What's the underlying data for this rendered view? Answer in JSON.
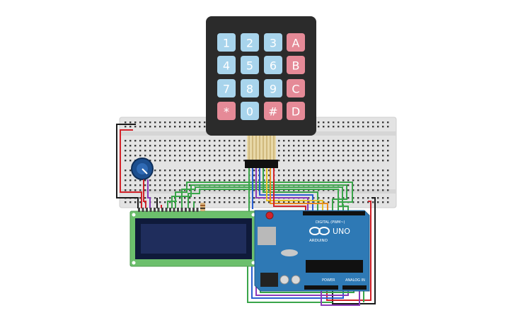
{
  "keypad": {
    "keys": [
      "1",
      "2",
      "3",
      "A",
      "4",
      "5",
      "6",
      "B",
      "7",
      "8",
      "9",
      "C",
      "*",
      "0",
      "#",
      "D"
    ],
    "colors": {
      "number": "#a8d4ec",
      "letter": "#e58a97",
      "symbol": "#e58a97",
      "body": "#2b2b2b"
    }
  },
  "arduino": {
    "brand": "ARDUINO",
    "model": "UNO",
    "digital_label": "DIGITAL (PWM~)",
    "power_label": "POWER",
    "analog_label": "ANALOG IN",
    "board_color": "#2e79b5"
  },
  "lcd": {
    "screen_color": "#1f2d5c",
    "board_color": "#6cbf6c"
  },
  "wire_colors": {
    "red": "#d2232a",
    "black": "#1b1b1b",
    "green": "#3aa54a",
    "blue": "#2b5fd1",
    "purple": "#8b3ab8",
    "yellow": "#e6c229",
    "orange": "#e88a1e"
  }
}
